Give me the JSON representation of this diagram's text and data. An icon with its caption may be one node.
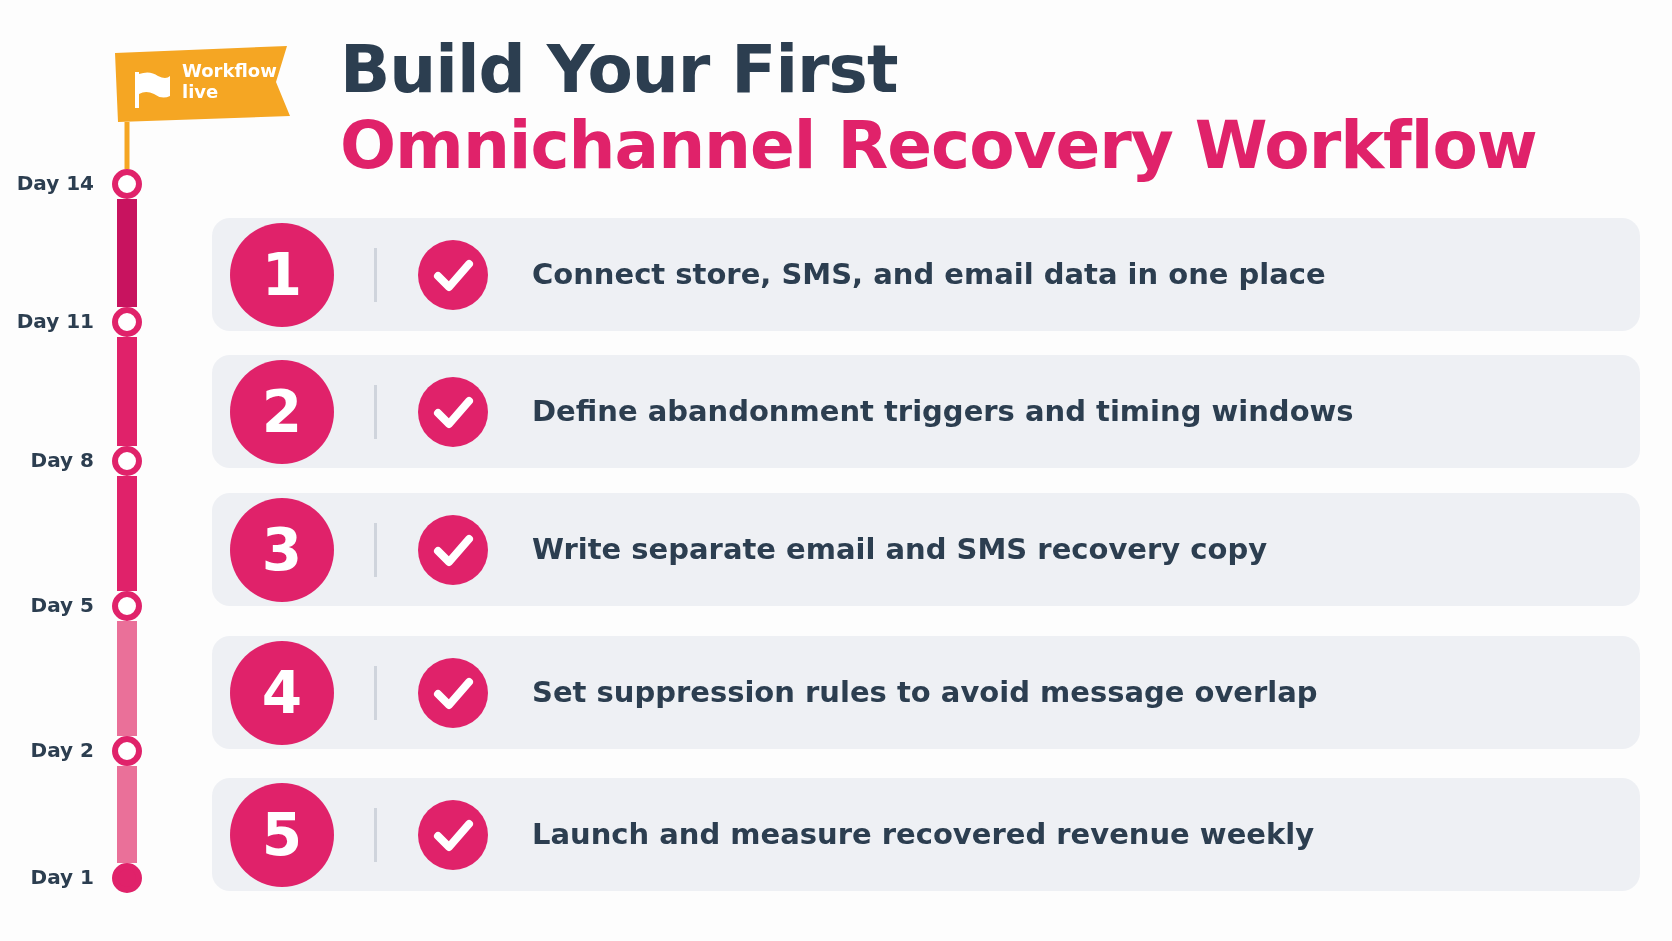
{
  "diagram": {
    "title": "Build Your First Omnichannel Recovery Workflow",
    "nodes": [
      {
        "text": [
          "Workflow live"
        ]
      },
      {
        "text": [
          "Day 14"
        ]
      },
      {
        "text": [
          "Day 11"
        ]
      },
      {
        "text": [
          "Day 8"
        ]
      },
      {
        "text": [
          "Day 5"
        ]
      },
      {
        "text": [
          "Day 2"
        ]
      },
      {
        "text": [
          "Day 1"
        ]
      },
      {
        "text": [
          "1",
          "Connect store, SMS, and email data in one place"
        ]
      },
      {
        "text": [
          "2",
          "Define abandonment triggers and timing windows"
        ]
      },
      {
        "text": [
          "3",
          "Write separate email and SMS recovery copy"
        ]
      },
      {
        "text": [
          "4",
          "Set suppression rules to avoid message overlap"
        ]
      },
      {
        "text": [
          "5",
          "Launch and measure recovered revenue weekly"
        ]
      }
    ],
    "edges": [
      {
        "from": 0,
        "to": 1,
        "arrow": "none",
        "color": "#f5a623"
      },
      {
        "from": 1,
        "to": 2,
        "arrow": "none",
        "color": "#c8135f"
      },
      {
        "from": 2,
        "to": 3,
        "arrow": "none",
        "color": "#e0226a"
      },
      {
        "from": 3,
        "to": 4,
        "arrow": "none",
        "color": "#e0226a"
      },
      {
        "from": 4,
        "to": 5,
        "arrow": "none",
        "color": "#ea7099"
      },
      {
        "from": 5,
        "to": 6,
        "arrow": "none",
        "color": "#ea7099"
      }
    ]
  }
}
